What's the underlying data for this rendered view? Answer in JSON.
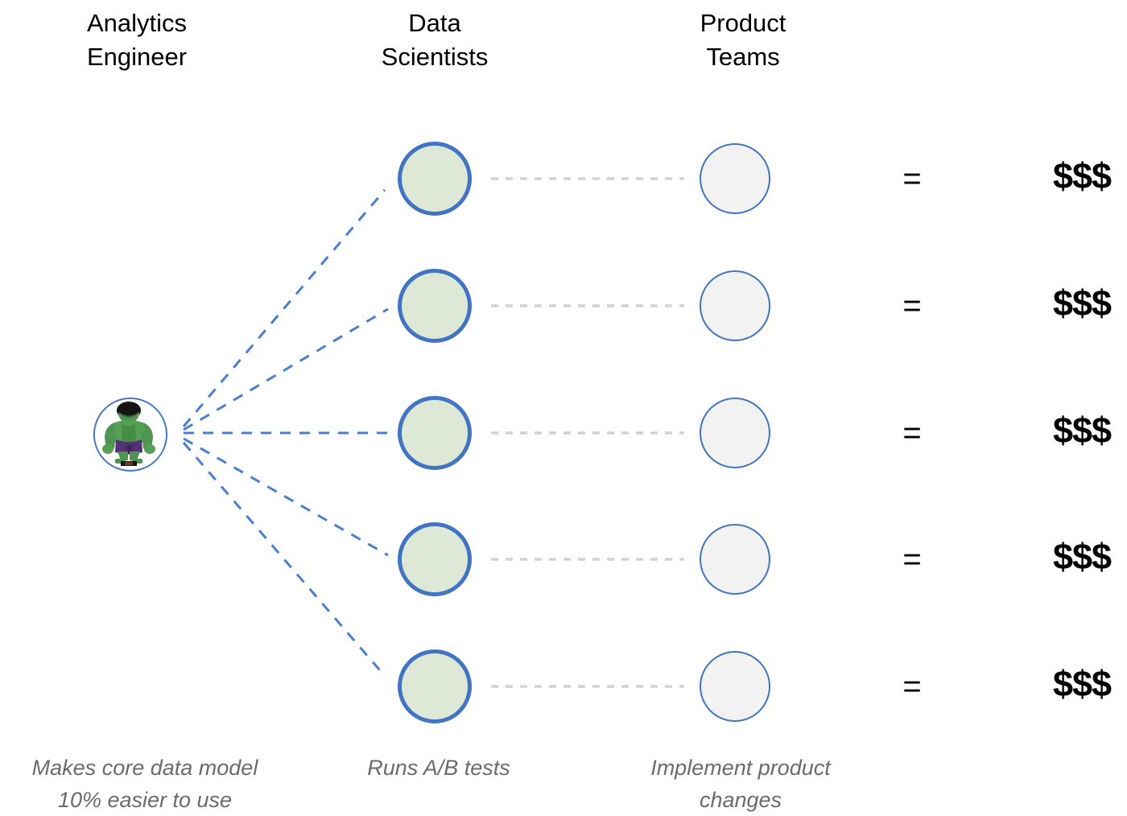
{
  "diagram": {
    "title_columns": [
      {
        "id": "analytics-engineer",
        "label": "Analytics\nEngineer"
      },
      {
        "id": "data-scientists",
        "label": "Data\nScientists"
      },
      {
        "id": "product-teams",
        "label": "Product\nTeams"
      }
    ],
    "source_node": {
      "id": "analytics-engineer-node",
      "icon": "lego-hulk-avatar-icon",
      "ring_color": "#4274c4"
    },
    "rows": [
      {
        "equals": "=",
        "value": "$$$"
      },
      {
        "equals": "=",
        "value": "$$$"
      },
      {
        "equals": "=",
        "value": "$$$"
      },
      {
        "equals": "=",
        "value": "$$$"
      },
      {
        "equals": "=",
        "value": "$$$"
      }
    ],
    "captions": [
      {
        "id": "caption-analytics-engineer",
        "text": "Makes core data  model\n10% easier to use"
      },
      {
        "id": "caption-data-scientists",
        "text": "Runs A/B tests"
      },
      {
        "id": "caption-product-teams",
        "text": "Implement product\nchanges"
      }
    ],
    "colors": {
      "node_green_fill": "#dde9d6",
      "node_green_border": "#4274c4",
      "node_gray_fill": "#f2f2f2",
      "node_gray_border": "#4274c4",
      "fan_edge": "#4a7fd0",
      "link_edge": "#d2d2d2",
      "header_text": "#000000",
      "caption_text": "#6b6b6b",
      "money_text": "#000000"
    }
  }
}
